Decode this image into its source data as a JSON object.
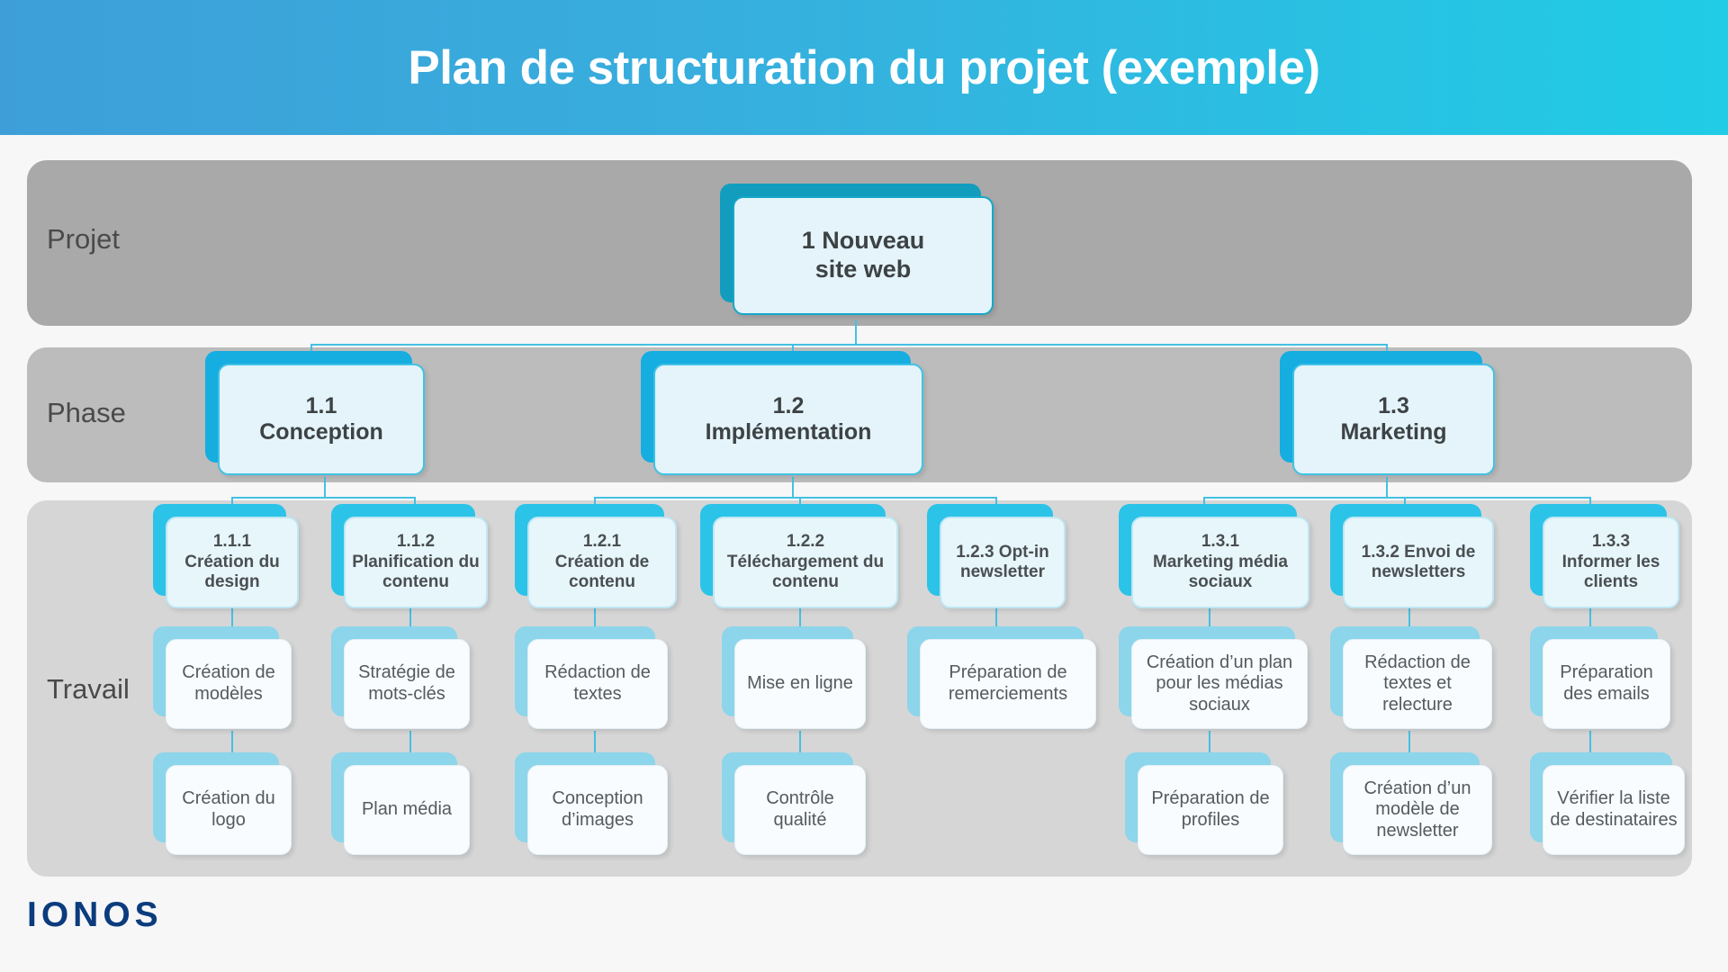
{
  "header": {
    "title": "Plan de structuration du projet (exemple)",
    "gradient_from": "#3e9fd8",
    "gradient_to": "#20cce6"
  },
  "rows": {
    "projet_label": "Projet",
    "phase_label": "Phase",
    "travail_label": "Travail"
  },
  "colors": {
    "band_projet": "#a9a9a9",
    "band_phase": "#bcbcbc",
    "band_travail": "#d6d6d6",
    "accent_projet": "#129dbf",
    "accent_phase": "#16ade0",
    "accent_wp": "#2cc3e8",
    "accent_work": "#8dd5ea",
    "connector": "#45c0e2",
    "logo": "#0b3c7d",
    "page_bg": "#f7f7f8"
  },
  "project": {
    "label": "1 Nouveau\nsite web",
    "line1": "1 Nouveau",
    "line2": "site web"
  },
  "phases": [
    {
      "id": "1.1",
      "number": "1.1",
      "name": "Conception"
    },
    {
      "id": "1.2",
      "number": "1.2",
      "name": "Implémentation"
    },
    {
      "id": "1.3",
      "number": "1.3",
      "name": "Marketing"
    }
  ],
  "work_packages": [
    {
      "number": "1.1.1",
      "name": "Création du design",
      "phase": "1.1"
    },
    {
      "number": "1.1.2",
      "name": "Planification du contenu",
      "phase": "1.1"
    },
    {
      "number": "1.2.1",
      "name": "Création de contenu",
      "phase": "1.2"
    },
    {
      "number": "1.2.2",
      "name": "Téléchargement du contenu",
      "phase": "1.2"
    },
    {
      "number": "1.2.3",
      "name": "Opt-in newsletter",
      "phase": "1.2"
    },
    {
      "number": "1.3.1",
      "name": "Marketing média sociaux",
      "phase": "1.3"
    },
    {
      "number": "1.3.2",
      "name": "Envoi de newsletters",
      "phase": "1.3"
    },
    {
      "number": "1.3.3",
      "name": "Informer les clients",
      "phase": "1.3"
    }
  ],
  "work_items": [
    {
      "text": "Création de modèles",
      "wp": "1.1.1",
      "row": 1
    },
    {
      "text": "Création du logo",
      "wp": "1.1.1",
      "row": 2
    },
    {
      "text": "Stratégie de mots-clés",
      "wp": "1.1.2",
      "row": 1
    },
    {
      "text": "Plan média",
      "wp": "1.1.2",
      "row": 2
    },
    {
      "text": "Rédaction de textes",
      "wp": "1.2.1",
      "row": 1
    },
    {
      "text": "Conception d’images",
      "wp": "1.2.1",
      "row": 2
    },
    {
      "text": "Mise en ligne",
      "wp": "1.2.2",
      "row": 1
    },
    {
      "text": "Contrôle qualité",
      "wp": "1.2.2",
      "row": 2
    },
    {
      "text": "Préparation de remerciements",
      "wp": "1.2.3",
      "row": 1
    },
    {
      "text": "Création d’un plan pour les médias sociaux",
      "wp": "1.3.1",
      "row": 1
    },
    {
      "text": "Préparation de profiles",
      "wp": "1.3.1",
      "row": 2
    },
    {
      "text": "Rédaction de textes et relecture",
      "wp": "1.3.2",
      "row": 1
    },
    {
      "text": "Création d’un modèle de newsletter",
      "wp": "1.3.2",
      "row": 2
    },
    {
      "text": "Préparation des emails",
      "wp": "1.3.3",
      "row": 1
    },
    {
      "text": "Vérifier la liste de destinataires",
      "wp": "1.3.3",
      "row": 2
    }
  ],
  "brand": {
    "logo_text": "IONOS"
  }
}
